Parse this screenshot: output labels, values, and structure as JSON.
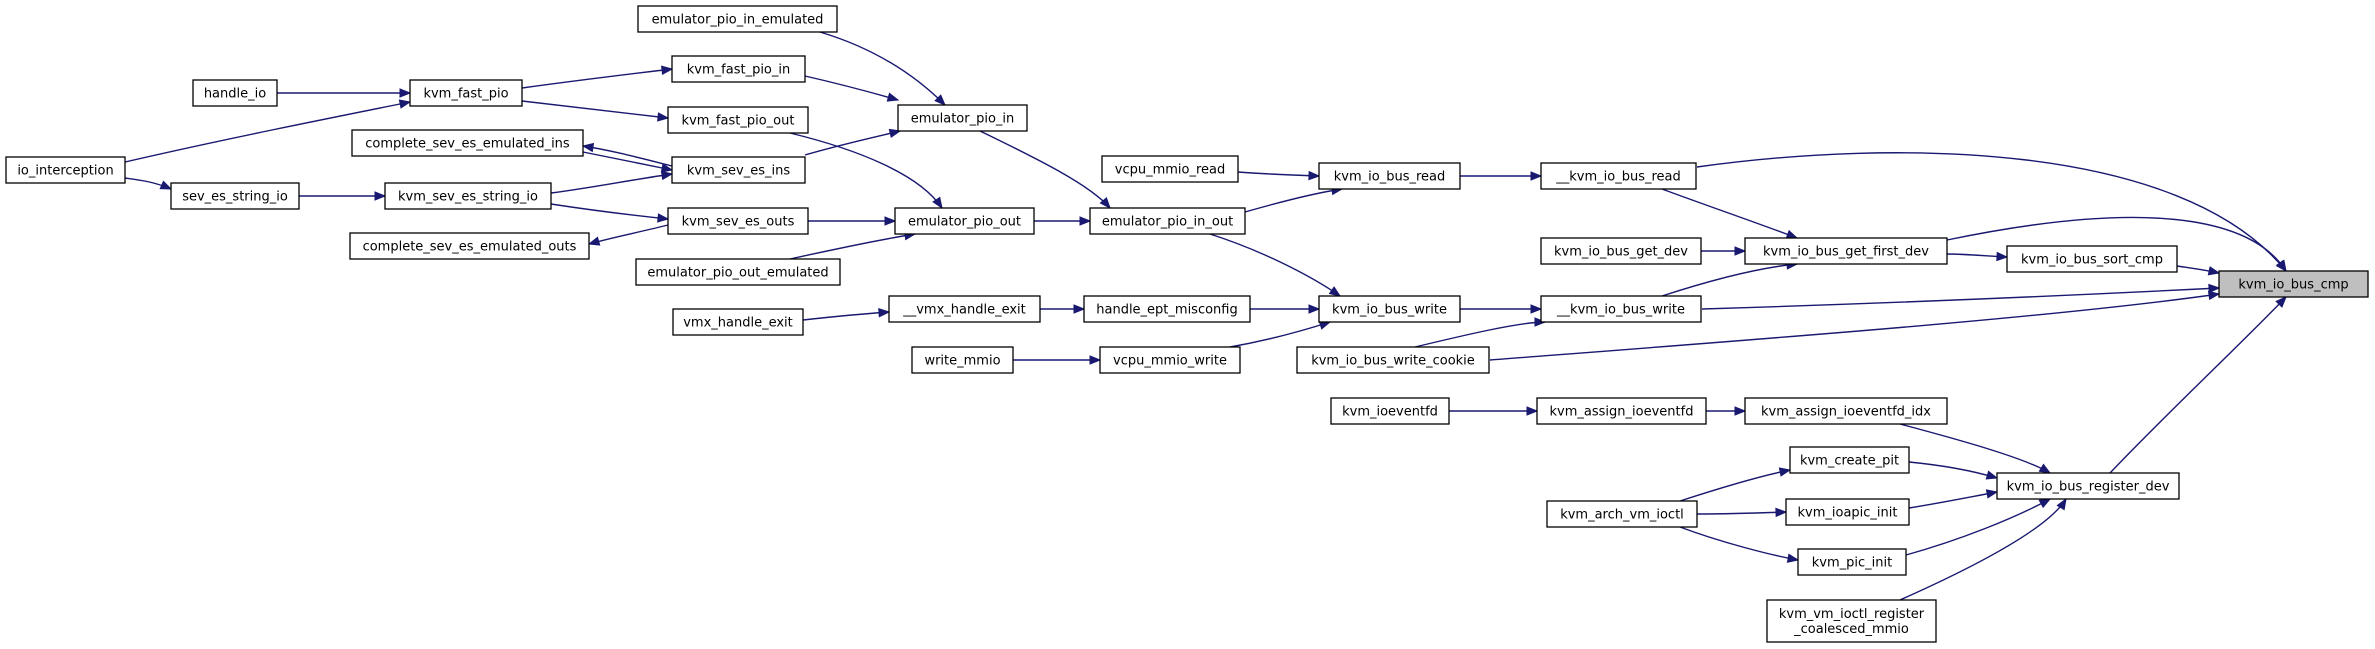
{
  "diagram": {
    "type": "call-graph",
    "direction": "right-to-left caller graph",
    "colors": {
      "edge": "#191970",
      "node_border": "#000000",
      "node_fill": "#ffffff",
      "root_fill": "#bfbfbf"
    },
    "root": "kvm_io_bus_cmp",
    "nodes": [
      {
        "id": "kvm_io_bus_cmp",
        "label": "kvm_io_bus_cmp",
        "root": true
      },
      {
        "id": "__kvm_io_bus_read",
        "label": "__kvm_io_bus_read"
      },
      {
        "id": "kvm_io_bus_get_first_dev",
        "label": "kvm_io_bus_get_first_dev"
      },
      {
        "id": "kvm_io_bus_sort_cmp",
        "label": "kvm_io_bus_sort_cmp"
      },
      {
        "id": "__kvm_io_bus_write",
        "label": "__kvm_io_bus_write"
      },
      {
        "id": "kvm_io_bus_write_cookie",
        "label": "kvm_io_bus_write_cookie"
      },
      {
        "id": "kvm_io_bus_register_dev",
        "label": "kvm_io_bus_register_dev"
      },
      {
        "id": "kvm_io_bus_read",
        "label": "kvm_io_bus_read"
      },
      {
        "id": "kvm_io_bus_get_dev",
        "label": "kvm_io_bus_get_dev"
      },
      {
        "id": "kvm_io_bus_write",
        "label": "kvm_io_bus_write"
      },
      {
        "id": "kvm_assign_ioeventfd_idx",
        "label": "kvm_assign_ioeventfd_idx"
      },
      {
        "id": "kvm_create_pit",
        "label": "kvm_create_pit"
      },
      {
        "id": "kvm_ioapic_init",
        "label": "kvm_ioapic_init"
      },
      {
        "id": "kvm_pic_init",
        "label": "kvm_pic_init"
      },
      {
        "id": "kvm_vm_ioctl_register_coalesced_mmio",
        "label": "kvm_vm_ioctl_register\n_coalesced_mmio"
      },
      {
        "id": "vcpu_mmio_read",
        "label": "vcpu_mmio_read"
      },
      {
        "id": "emulator_pio_in_out",
        "label": "emulator_pio_in_out"
      },
      {
        "id": "handle_ept_misconfig",
        "label": "handle_ept_misconfig"
      },
      {
        "id": "vcpu_mmio_write",
        "label": "vcpu_mmio_write"
      },
      {
        "id": "kvm_assign_ioeventfd",
        "label": "kvm_assign_ioeventfd"
      },
      {
        "id": "kvm_arch_vm_ioctl",
        "label": "kvm_arch_vm_ioctl"
      },
      {
        "id": "emulator_pio_in",
        "label": "emulator_pio_in"
      },
      {
        "id": "emulator_pio_out",
        "label": "emulator_pio_out"
      },
      {
        "id": "__vmx_handle_exit",
        "label": "__vmx_handle_exit"
      },
      {
        "id": "write_mmio",
        "label": "write_mmio"
      },
      {
        "id": "kvm_ioeventfd",
        "label": "kvm_ioeventfd"
      },
      {
        "id": "emulator_pio_in_emulated",
        "label": "emulator_pio_in_emulated"
      },
      {
        "id": "kvm_fast_pio_in",
        "label": "kvm_fast_pio_in"
      },
      {
        "id": "kvm_sev_es_ins",
        "label": "kvm_sev_es_ins"
      },
      {
        "id": "kvm_fast_pio_out",
        "label": "kvm_fast_pio_out"
      },
      {
        "id": "kvm_sev_es_outs",
        "label": "kvm_sev_es_outs"
      },
      {
        "id": "emulator_pio_out_emulated",
        "label": "emulator_pio_out_emulated"
      },
      {
        "id": "vmx_handle_exit",
        "label": "vmx_handle_exit"
      },
      {
        "id": "kvm_fast_pio",
        "label": "kvm_fast_pio"
      },
      {
        "id": "complete_sev_es_emulated_ins",
        "label": "complete_sev_es_emulated_ins"
      },
      {
        "id": "kvm_sev_es_string_io",
        "label": "kvm_sev_es_string_io"
      },
      {
        "id": "complete_sev_es_emulated_outs",
        "label": "complete_sev_es_emulated_outs"
      },
      {
        "id": "handle_io",
        "label": "handle_io"
      },
      {
        "id": "sev_es_string_io",
        "label": "sev_es_string_io"
      },
      {
        "id": "io_interception",
        "label": "io_interception"
      }
    ],
    "edges": [
      {
        "from": "__kvm_io_bus_read",
        "to": "kvm_io_bus_cmp"
      },
      {
        "from": "kvm_io_bus_get_first_dev",
        "to": "kvm_io_bus_cmp"
      },
      {
        "from": "kvm_io_bus_sort_cmp",
        "to": "kvm_io_bus_cmp"
      },
      {
        "from": "__kvm_io_bus_write",
        "to": "kvm_io_bus_cmp"
      },
      {
        "from": "kvm_io_bus_write_cookie",
        "to": "kvm_io_bus_cmp"
      },
      {
        "from": "kvm_io_bus_register_dev",
        "to": "kvm_io_bus_cmp"
      },
      {
        "from": "kvm_io_bus_read",
        "to": "__kvm_io_bus_read"
      },
      {
        "from": "__kvm_io_bus_read",
        "to": "kvm_io_bus_get_first_dev"
      },
      {
        "from": "kvm_io_bus_get_dev",
        "to": "kvm_io_bus_get_first_dev"
      },
      {
        "from": "__kvm_io_bus_write",
        "to": "kvm_io_bus_get_first_dev"
      },
      {
        "from": "kvm_io_bus_get_first_dev",
        "to": "kvm_io_bus_sort_cmp"
      },
      {
        "from": "kvm_io_bus_write",
        "to": "__kvm_io_bus_write"
      },
      {
        "from": "kvm_io_bus_write_cookie",
        "to": "__kvm_io_bus_write"
      },
      {
        "from": "kvm_assign_ioeventfd_idx",
        "to": "kvm_io_bus_register_dev"
      },
      {
        "from": "kvm_create_pit",
        "to": "kvm_io_bus_register_dev"
      },
      {
        "from": "kvm_ioapic_init",
        "to": "kvm_io_bus_register_dev"
      },
      {
        "from": "kvm_pic_init",
        "to": "kvm_io_bus_register_dev"
      },
      {
        "from": "kvm_vm_ioctl_register_coalesced_mmio",
        "to": "kvm_io_bus_register_dev"
      },
      {
        "from": "vcpu_mmio_read",
        "to": "kvm_io_bus_read"
      },
      {
        "from": "emulator_pio_in_out",
        "to": "kvm_io_bus_read"
      },
      {
        "from": "emulator_pio_in_out",
        "to": "kvm_io_bus_write"
      },
      {
        "from": "handle_ept_misconfig",
        "to": "kvm_io_bus_write"
      },
      {
        "from": "vcpu_mmio_write",
        "to": "kvm_io_bus_write"
      },
      {
        "from": "kvm_assign_ioeventfd",
        "to": "kvm_assign_ioeventfd_idx"
      },
      {
        "from": "kvm_arch_vm_ioctl",
        "to": "kvm_create_pit"
      },
      {
        "from": "kvm_arch_vm_ioctl",
        "to": "kvm_ioapic_init"
      },
      {
        "from": "kvm_arch_vm_ioctl",
        "to": "kvm_pic_init"
      },
      {
        "from": "emulator_pio_in",
        "to": "emulator_pio_in_out"
      },
      {
        "from": "emulator_pio_out",
        "to": "emulator_pio_in_out"
      },
      {
        "from": "__vmx_handle_exit",
        "to": "handle_ept_misconfig"
      },
      {
        "from": "write_mmio",
        "to": "vcpu_mmio_write"
      },
      {
        "from": "kvm_ioeventfd",
        "to": "kvm_assign_ioeventfd"
      },
      {
        "from": "emulator_pio_in_emulated",
        "to": "emulator_pio_in"
      },
      {
        "from": "kvm_fast_pio_in",
        "to": "emulator_pio_in"
      },
      {
        "from": "kvm_sev_es_ins",
        "to": "emulator_pio_in"
      },
      {
        "from": "kvm_fast_pio_out",
        "to": "emulator_pio_out"
      },
      {
        "from": "kvm_sev_es_outs",
        "to": "emulator_pio_out"
      },
      {
        "from": "emulator_pio_out_emulated",
        "to": "emulator_pio_out"
      },
      {
        "from": "vmx_handle_exit",
        "to": "__vmx_handle_exit"
      },
      {
        "from": "kvm_fast_pio",
        "to": "kvm_fast_pio_in"
      },
      {
        "from": "kvm_sev_es_ins",
        "to": "complete_sev_es_emulated_ins"
      },
      {
        "from": "complete_sev_es_emulated_ins",
        "to": "kvm_sev_es_ins"
      },
      {
        "from": "kvm_sev_es_string_io",
        "to": "kvm_sev_es_ins"
      },
      {
        "from": "kvm_fast_pio",
        "to": "kvm_fast_pio_out"
      },
      {
        "from": "kvm_sev_es_string_io",
        "to": "kvm_sev_es_outs"
      },
      {
        "from": "kvm_sev_es_outs",
        "to": "complete_sev_es_emulated_outs"
      },
      {
        "from": "handle_io",
        "to": "kvm_fast_pio"
      },
      {
        "from": "io_interception",
        "to": "kvm_fast_pio"
      },
      {
        "from": "sev_es_string_io",
        "to": "kvm_sev_es_string_io"
      },
      {
        "from": "io_interception",
        "to": "sev_es_string_io"
      }
    ]
  }
}
